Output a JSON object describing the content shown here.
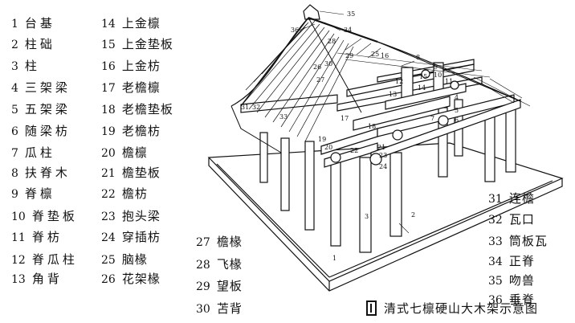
{
  "legend": [
    {
      "num": "1",
      "term": "台基"
    },
    {
      "num": "2",
      "term": "柱础"
    },
    {
      "num": "3",
      "term": "柱"
    },
    {
      "num": "4",
      "term": "三架梁"
    },
    {
      "num": "5",
      "term": "五架梁"
    },
    {
      "num": "6",
      "term": "随梁枋"
    },
    {
      "num": "7",
      "term": "瓜柱"
    },
    {
      "num": "8",
      "term": "扶脊木"
    },
    {
      "num": "9",
      "term": "脊檩"
    },
    {
      "num": "10",
      "term": "脊垫板"
    },
    {
      "num": "11",
      "term": "脊枋"
    },
    {
      "num": "12",
      "term": "脊瓜柱"
    },
    {
      "num": "13",
      "term": "角背"
    },
    {
      "num": "14",
      "term": "上金檩"
    },
    {
      "num": "15",
      "term": "上金垫板"
    },
    {
      "num": "16",
      "term": "上金枋"
    },
    {
      "num": "17",
      "term": "老檐檩"
    },
    {
      "num": "18",
      "term": "老檐垫板"
    },
    {
      "num": "19",
      "term": "老檐枋"
    },
    {
      "num": "20",
      "term": "檐檩"
    },
    {
      "num": "21",
      "term": "檐垫板"
    },
    {
      "num": "22",
      "term": "檐枋"
    },
    {
      "num": "23",
      "term": "抱头梁"
    },
    {
      "num": "24",
      "term": "穿插枋"
    },
    {
      "num": "25",
      "term": "脑椽"
    },
    {
      "num": "26",
      "term": "花架椽"
    },
    {
      "num": "27",
      "term": "檐椽"
    },
    {
      "num": "28",
      "term": "飞椽"
    },
    {
      "num": "29",
      "term": "望板"
    },
    {
      "num": "30",
      "term": "苫背"
    },
    {
      "num": "31",
      "term": "连檐"
    },
    {
      "num": "32",
      "term": "瓦口"
    },
    {
      "num": "33",
      "term": "筒板瓦"
    },
    {
      "num": "34",
      "term": "正脊"
    },
    {
      "num": "35",
      "term": "吻兽"
    },
    {
      "num": "36",
      "term": "垂脊"
    }
  ],
  "callouts": [
    "35",
    "36",
    "34",
    "8",
    "9",
    "10",
    "11",
    "12",
    "13",
    "14",
    "15",
    "16",
    "4",
    "5",
    "6",
    "7",
    "17",
    "18",
    "19",
    "20",
    "21",
    "22",
    "23",
    "24",
    "25",
    "26",
    "27",
    "28",
    "29",
    "30",
    "31",
    "32",
    "33",
    "3",
    "2",
    "1"
  ],
  "caption": {
    "text": "清式七檩硬山大木架示意图"
  }
}
